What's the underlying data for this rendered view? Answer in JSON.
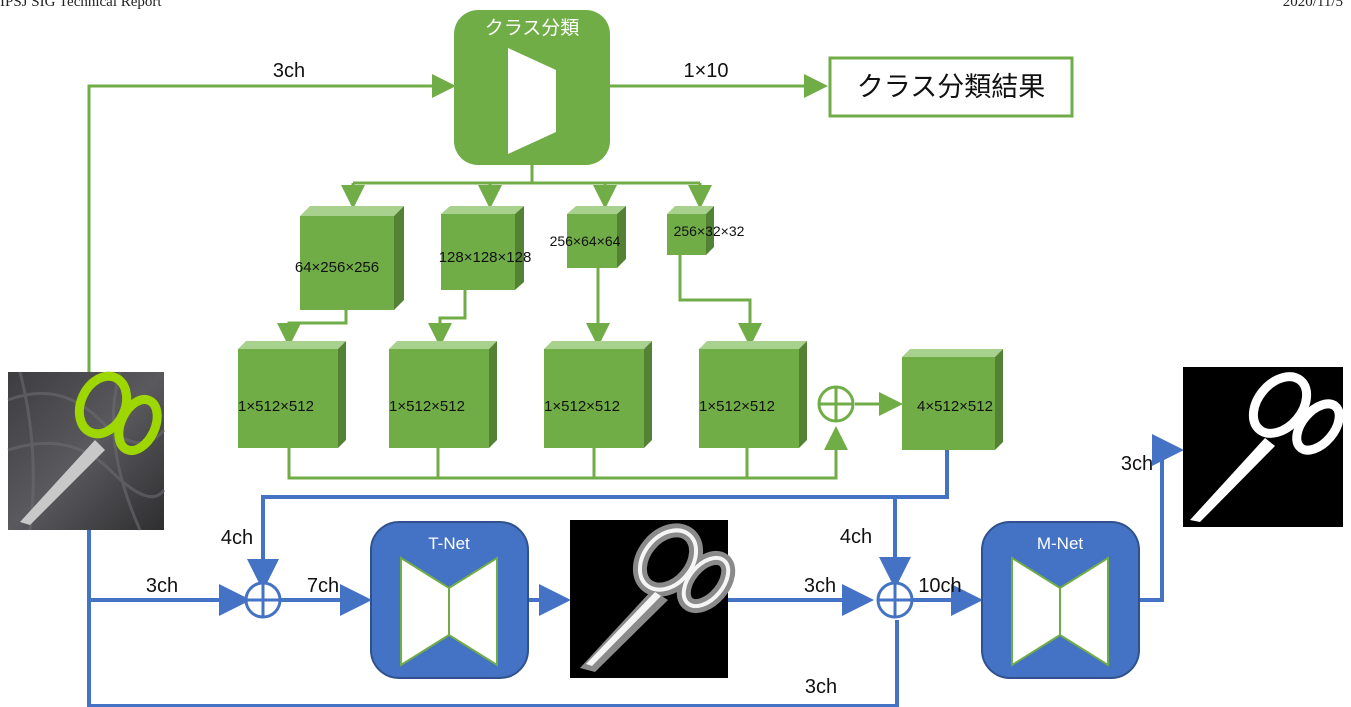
{
  "header": {
    "left": "IPSJ SIG Technical Report",
    "right": "2020/11/5"
  },
  "classifier": {
    "title": "クラス分類",
    "result": "クラス分類結果",
    "input_label": "3ch",
    "output_label": "1×10"
  },
  "features": [
    "64×256×256",
    "128×128×128",
    "256×64×64",
    "256×32×32"
  ],
  "upsampled": [
    "1×512×512",
    "1×512×512",
    "1×512×512",
    "1×512×512"
  ],
  "concat": "4×512×512",
  "tnet": {
    "title": "T-Net",
    "in4": "4ch",
    "in3": "3ch",
    "out": "7ch"
  },
  "mnet": {
    "title": "M-Net",
    "in4": "4ch",
    "in3a": "3ch",
    "in3b": "3ch",
    "out": "10ch",
    "result": "3ch"
  },
  "colors": {
    "green": "#70ad47",
    "green_dark": "#548235",
    "blue": "#4472c4",
    "blue_dark": "#2f528f"
  },
  "icons": [
    "input-scissors-image",
    "trimap-image",
    "alpha-matte-image"
  ]
}
